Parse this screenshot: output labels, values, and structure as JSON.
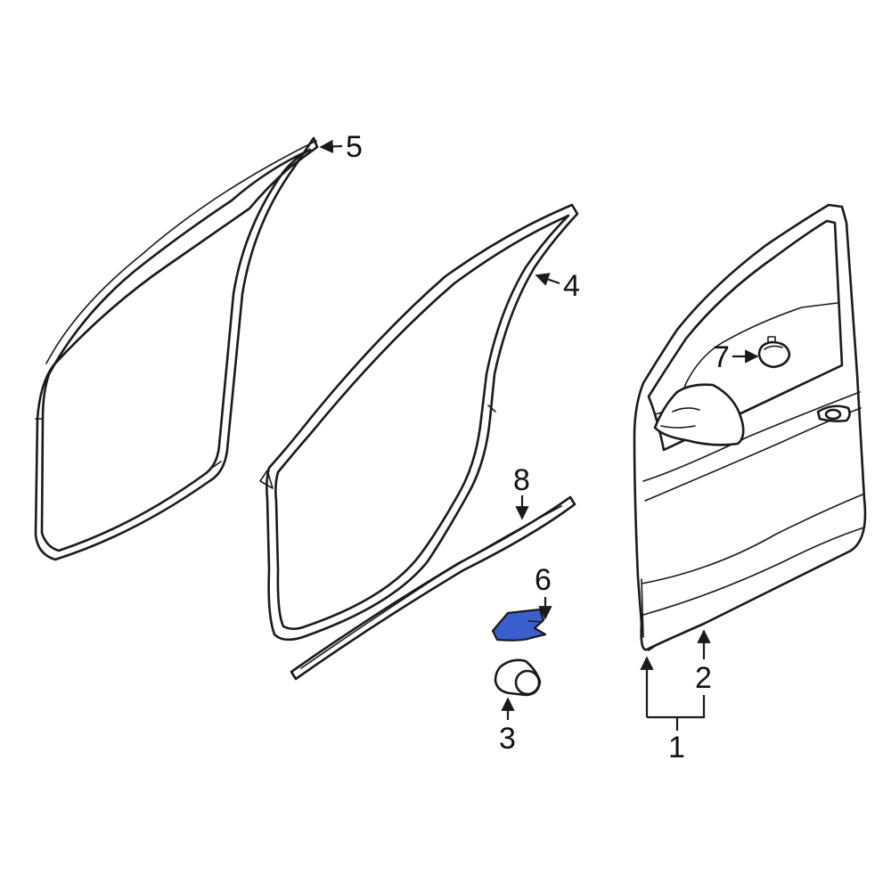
{
  "colors": {
    "line": "#1a1a1a",
    "background": "#ffffff",
    "highlight": "#3a5fcd"
  },
  "callouts": [
    {
      "id": "1",
      "label": "1"
    },
    {
      "id": "2",
      "label": "2"
    },
    {
      "id": "3",
      "label": "3"
    },
    {
      "id": "4",
      "label": "4"
    },
    {
      "id": "5",
      "label": "5"
    },
    {
      "id": "6",
      "label": "6"
    },
    {
      "id": "7",
      "label": "7"
    },
    {
      "id": "8",
      "label": "8"
    }
  ],
  "highlighted_part": "6"
}
